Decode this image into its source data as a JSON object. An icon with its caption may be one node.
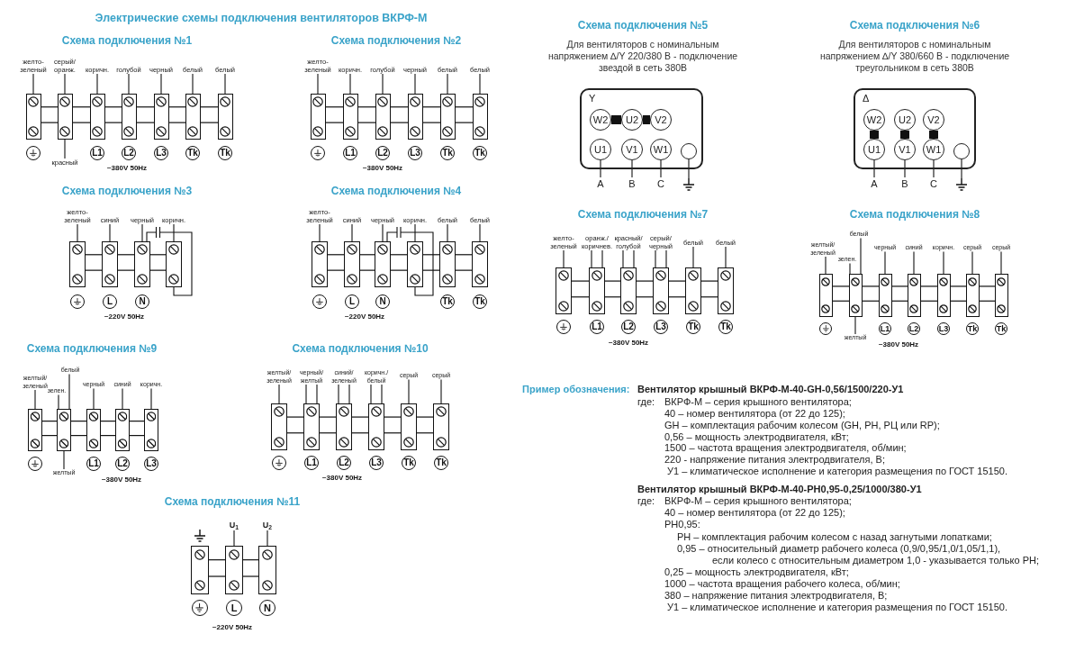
{
  "diagram": {
    "title": "Электрические схемы подключения вентиляторов ВКРФ-М",
    "nodes": [
      {
        "text": [],
        "shape": "box"
      },
      {
        "text": [],
        "shape": "box"
      },
      {
        "text": [],
        "shape": "box"
      },
      {
        "text": [],
        "shape": "box"
      },
      {
        "text": [],
        "shape": "box"
      },
      {
        "text": [],
        "shape": "box"
      },
      {
        "text": [],
        "shape": "box"
      },
      {
        "text": [],
        "shape": "circle"
      },
      {
        "text": [
          "L1"
        ]
      },
      {
        "text": [
          "L2"
        ]
      },
      {
        "text": [
          "L3"
        ]
      },
      {
        "text": [
          "Tk"
        ]
      },
      {
        "text": [
          "Tk"
        ]
      },
      {
        "text": [
          "желто-зеленый"
        ]
      },
      {
        "text": [
          "серый/ оранж."
        ]
      },
      {
        "text": [
          "коричн."
        ]
      },
      {
        "text": [
          "голубой"
        ]
      },
      {
        "text": [
          "черный"
        ]
      },
      {
        "text": [
          "белый"
        ]
      },
      {
        "text": [
          "белый"
        ]
      },
      {
        "text": [
          "красный"
        ]
      },
      {
        "text": [],
        "shape": "box"
      },
      {
        "text": [],
        "shape": "box"
      },
      {
        "text": [],
        "shape": "box"
      },
      {
        "text": [],
        "shape": "box"
      },
      {
        "text": [],
        "shape": "box"
      },
      {
        "text": [],
        "shape": "box"
      },
      {
        "text": [],
        "shape": "circle"
      },
      {
        "text": [
          "L1"
        ]
      },
      {
        "text": [
          "L2"
        ]
      },
      {
        "text": [
          "L3"
        ]
      },
      {
        "text": [
          "Tk"
        ]
      },
      {
        "text": [
          "Tk"
        ]
      },
      {
        "text": [
          "желто-зеленый"
        ]
      },
      {
        "text": [
          "коричн."
        ]
      },
      {
        "text": [
          "голубой"
        ]
      },
      {
        "text": [
          "черный"
        ]
      },
      {
        "text": [
          "белый"
        ]
      },
      {
        "text": [
          "белый"
        ]
      },
      {
        "text": [
          "Y"
        ]
      },
      {
        "text": [
          "W2"
        ],
        "in": 39
      },
      {
        "text": [
          "U2"
        ],
        "in": 39
      },
      {
        "text": [
          "V2"
        ],
        "in": 39
      },
      {
        "text": [
          "U1"
        ],
        "in": 39
      },
      {
        "text": [
          "V1"
        ],
        "in": 39
      },
      {
        "text": [
          "W1"
        ],
        "in": 39
      },
      {
        "text": [],
        "shape": "circle",
        "in": 39
      },
      {
        "text": [
          "A"
        ]
      },
      {
        "text": [
          "B"
        ]
      },
      {
        "text": [
          "C"
        ]
      },
      {
        "text": [],
        "shape": "ground"
      },
      {
        "text": [
          "Δ"
        ]
      },
      {
        "text": [
          "W2"
        ],
        "in": 51
      },
      {
        "text": [
          "U2"
        ],
        "in": 51
      },
      {
        "text": [
          "V2"
        ],
        "in": 51
      },
      {
        "text": [
          "U1"
        ],
        "in": 51
      },
      {
        "text": [
          "V1"
        ],
        "in": 51
      },
      {
        "text": [
          "W1"
        ],
        "in": 51
      },
      {
        "text": [],
        "shape": "circle",
        "in": 51
      },
      {
        "text": [
          "A"
        ]
      },
      {
        "text": [
          "B"
        ]
      },
      {
        "text": [
          "C"
        ]
      },
      {
        "text": [],
        "shape": "ground"
      },
      {
        "text": [],
        "shape": "box"
      },
      {
        "text": [],
        "shape": "box"
      },
      {
        "text": [],
        "shape": "box"
      },
      {
        "text": [],
        "shape": "box"
      },
      {
        "text": [],
        "shape": "circle"
      },
      {
        "text": [
          "L"
        ]
      },
      {
        "text": [
          "N"
        ]
      },
      {
        "text": [
          "желто-зеленый"
        ]
      },
      {
        "text": [
          "синий"
        ]
      },
      {
        "text": [
          "черный"
        ]
      },
      {
        "text": [
          "коричн."
        ]
      },
      {
        "text": [],
        "shape": "box"
      },
      {
        "text": [],
        "shape": "box"
      },
      {
        "text": [],
        "shape": "box"
      },
      {
        "text": [],
        "shape": "box"
      },
      {
        "text": [],
        "shape": "box"
      },
      {
        "text": [],
        "shape": "box"
      },
      {
        "text": [],
        "shape": "circle"
      },
      {
        "text": [
          "L"
        ]
      },
      {
        "text": [
          "N"
        ]
      },
      {
        "text": [
          "Tk"
        ]
      },
      {
        "text": [
          "Tk"
        ]
      },
      {
        "text": [
          "желто-зеленый"
        ]
      },
      {
        "text": [
          "синий"
        ]
      },
      {
        "text": [
          "черный"
        ]
      },
      {
        "text": [
          "коричн."
        ]
      },
      {
        "text": [
          "белый"
        ]
      },
      {
        "text": [
          "белый"
        ]
      },
      {
        "text": [],
        "shape": "box"
      },
      {
        "text": [],
        "shape": "box"
      },
      {
        "text": [],
        "shape": "box"
      },
      {
        "text": [],
        "shape": "box"
      },
      {
        "text": [],
        "shape": "box"
      },
      {
        "text": [],
        "shape": "box"
      },
      {
        "text": [],
        "shape": "circle"
      },
      {
        "text": [
          "L1"
        ]
      },
      {
        "text": [
          "L2"
        ]
      },
      {
        "text": [
          "L3"
        ]
      },
      {
        "text": [
          "Tk"
        ]
      },
      {
        "text": [
          "Tk"
        ]
      },
      {
        "text": [
          "желто-зеленый"
        ]
      },
      {
        "text": [
          "оранж./ коричнев."
        ]
      },
      {
        "text": [
          "красный/ голубой"
        ]
      },
      {
        "text": [
          "серый/ черный"
        ]
      },
      {
        "text": [
          "белый"
        ]
      },
      {
        "text": [
          "белый"
        ]
      },
      {
        "text": [],
        "shape": "box"
      },
      {
        "text": [],
        "shape": "box"
      },
      {
        "text": [],
        "shape": "box"
      },
      {
        "text": [],
        "shape": "box"
      },
      {
        "text": [],
        "shape": "box"
      },
      {
        "text": [],
        "shape": "box"
      },
      {
        "text": [],
        "shape": "box"
      },
      {
        "text": [],
        "shape": "circle"
      },
      {
        "text": [
          "L1"
        ]
      },
      {
        "text": [
          "L2"
        ]
      },
      {
        "text": [
          "L3"
        ]
      },
      {
        "text": [
          "Tk"
        ]
      },
      {
        "text": [
          "Tk"
        ]
      },
      {
        "text": [
          "желтый/ зеленый"
        ]
      },
      {
        "text": [
          "зелен."
        ]
      },
      {
        "text": [
          "белый"
        ]
      },
      {
        "text": [
          "черный"
        ]
      },
      {
        "text": [
          "синий"
        ]
      },
      {
        "text": [
          "коричн."
        ]
      },
      {
        "text": [
          "серый"
        ]
      },
      {
        "text": [
          "серый"
        ]
      },
      {
        "text": [
          "желтый"
        ]
      },
      {
        "text": [],
        "shape": "box"
      },
      {
        "text": [],
        "shape": "box"
      },
      {
        "text": [],
        "shape": "box"
      },
      {
        "text": [],
        "shape": "box"
      },
      {
        "text": [],
        "shape": "box"
      },
      {
        "text": [],
        "shape": "circle"
      },
      {
        "text": [
          "L1"
        ]
      },
      {
        "text": [
          "L2"
        ]
      },
      {
        "text": [
          "L3"
        ]
      },
      {
        "text": [
          "желтый/ зеленый"
        ]
      },
      {
        "text": [
          "зелен."
        ]
      },
      {
        "text": [
          "белый"
        ]
      },
      {
        "text": [
          "черный"
        ]
      },
      {
        "text": [
          "синий"
        ]
      },
      {
        "text": [
          "коричн."
        ]
      },
      {
        "text": [
          "желтый"
        ]
      },
      {
        "text": [],
        "shape": "box"
      },
      {
        "text": [],
        "shape": "box"
      },
      {
        "text": [],
        "shape": "box"
      },
      {
        "text": [],
        "shape": "box"
      },
      {
        "text": [],
        "shape": "box"
      },
      {
        "text": [],
        "shape": "box"
      },
      {
        "text": [],
        "shape": "circle"
      },
      {
        "text": [
          "L1"
        ]
      },
      {
        "text": [
          "L2"
        ]
      },
      {
        "text": [
          "L3"
        ]
      },
      {
        "text": [
          "Tk"
        ]
      },
      {
        "text": [
          "Tk"
        ]
      },
      {
        "text": [
          "желтый/ зеленый"
        ]
      },
      {
        "text": [
          "черный/ желтый"
        ]
      },
      {
        "text": [
          "синий/ зеленый"
        ]
      },
      {
        "text": [
          "коричн./ белый"
        ]
      },
      {
        "text": [
          "серый"
        ]
      },
      {
        "text": [
          "серый"
        ]
      },
      {
        "text": [],
        "shape": "box"
      },
      {
        "text": [],
        "shape": "box"
      },
      {
        "text": [],
        "shape": "box"
      },
      {
        "text": [],
        "shape": "circle"
      },
      {
        "text": [
          "L"
        ]
      },
      {
        "text": [
          "N"
        ]
      },
      {
        "text": [
          "U$_{1}$"
        ]
      },
      {
        "text": [
          "U$_{2}$"
        ]
      }
    ],
    "edges": [
      {
        "from": 13,
        "to": 0,
        "arrow": "none"
      },
      {
        "from": 14,
        "to": 1,
        "arrow": "none"
      },
      {
        "from": 15,
        "to": 2,
        "arrow": "none"
      },
      {
        "from": 16,
        "to": 3,
        "arrow": "none"
      },
      {
        "from": 17,
        "to": 4,
        "arrow": "none"
      },
      {
        "from": 18,
        "to": 5,
        "arrow": "none"
      },
      {
        "from": 19,
        "to": 6,
        "arrow": "none"
      },
      {
        "from": 20,
        "to": 1,
        "arrow": "none"
      },
      {
        "from": 33,
        "to": 21,
        "arrow": "none"
      },
      {
        "from": 34,
        "to": 22,
        "arrow": "none"
      },
      {
        "from": 35,
        "to": 23,
        "arrow": "none"
      },
      {
        "from": 36,
        "to": 24,
        "arrow": "none"
      },
      {
        "from": 37,
        "to": 25,
        "arrow": "none"
      },
      {
        "from": 38,
        "to": 26,
        "arrow": "none"
      },
      {
        "from": 40,
        "to": 41,
        "arrow": "none",
        "style": "thick"
      },
      {
        "from": 41,
        "to": 42,
        "arrow": "none",
        "style": "thick"
      },
      {
        "from": 43,
        "to": 47,
        "arrow": "none"
      },
      {
        "from": 44,
        "to": 48,
        "arrow": "none"
      },
      {
        "from": 45,
        "to": 49,
        "arrow": "none"
      },
      {
        "from": 46,
        "to": 50,
        "arrow": "none"
      },
      {
        "from": 52,
        "to": 55,
        "arrow": "none",
        "style": "thick"
      },
      {
        "from": 53,
        "to": 56,
        "arrow": "none",
        "style": "thick"
      },
      {
        "from": 54,
        "to": 57,
        "arrow": "none",
        "style": "thick"
      },
      {
        "from": 55,
        "to": 59,
        "arrow": "none"
      },
      {
        "from": 56,
        "to": 60,
        "arrow": "none"
      },
      {
        "from": 57,
        "to": 61,
        "arrow": "none"
      },
      {
        "from": 58,
        "to": 62,
        "arrow": "none"
      },
      {
        "from": 70,
        "to": 63,
        "arrow": "none"
      },
      {
        "from": 71,
        "to": 64,
        "arrow": "none"
      },
      {
        "from": 72,
        "to": 65,
        "arrow": "none"
      },
      {
        "from": 73,
        "to": 66,
        "arrow": "none"
      },
      {
        "from": 85,
        "to": 74,
        "arrow": "none"
      },
      {
        "from": 86,
        "to": 75,
        "arrow": "none"
      },
      {
        "from": 87,
        "to": 76,
        "arrow": "none"
      },
      {
        "from": 88,
        "to": 77,
        "arrow": "none"
      },
      {
        "from": 89,
        "to": 78,
        "arrow": "none"
      },
      {
        "from": 90,
        "to": 79,
        "arrow": "none"
      },
      {
        "from": 103,
        "to": 91,
        "arrow": "none"
      },
      {
        "from": 104,
        "to": 92,
        "arrow": "none"
      },
      {
        "from": 104,
        "to": 92,
        "arrow": "none"
      },
      {
        "from": 105,
        "to": 93,
        "arrow": "none"
      },
      {
        "from": 105,
        "to": 93,
        "arrow": "none"
      },
      {
        "from": 106,
        "to": 94,
        "arrow": "none"
      },
      {
        "from": 106,
        "to": 94,
        "arrow": "none"
      },
      {
        "from": 107,
        "to": 95,
        "arrow": "none"
      },
      {
        "from": 108,
        "to": 96,
        "arrow": "none"
      },
      {
        "from": 122,
        "to": 109,
        "arrow": "none"
      },
      {
        "from": 123,
        "to": 110,
        "arrow": "none"
      },
      {
        "from": 124,
        "to": 110,
        "arrow": "none"
      },
      {
        "from": 125,
        "to": 111,
        "arrow": "none"
      },
      {
        "from": 126,
        "to": 112,
        "arrow": "none"
      },
      {
        "from": 127,
        "to": 113,
        "arrow": "none"
      },
      {
        "from": 128,
        "to": 114,
        "arrow": "none"
      },
      {
        "from": 129,
        "to": 115,
        "arrow": "none"
      },
      {
        "from": 130,
        "to": 110,
        "arrow": "none"
      },
      {
        "from": 140,
        "to": 131,
        "arrow": "none"
      },
      {
        "from": 141,
        "to": 132,
        "arrow": "none"
      },
      {
        "from": 142,
        "to": 132,
        "arrow": "none"
      },
      {
        "from": 143,
        "to": 133,
        "arrow": "none"
      },
      {
        "from": 144,
        "to": 134,
        "arrow": "none"
      },
      {
        "from": 145,
        "to": 135,
        "arrow": "none"
      },
      {
        "from": 146,
        "to": 132,
        "arrow": "none"
      },
      {
        "from": 159,
        "to": 147,
        "arrow": "none"
      },
      {
        "from": 160,
        "to": 148,
        "arrow": "none"
      },
      {
        "from": 160,
        "to": 148,
        "arrow": "none"
      },
      {
        "from": 161,
        "to": 149,
        "arrow": "none"
      },
      {
        "from": 161,
        "to": 149,
        "arrow": "none"
      },
      {
        "from": 162,
        "to": 150,
        "arrow": "none"
      },
      {
        "from": 162,
        "to": 150,
        "arrow": "none"
      },
      {
        "from": 163,
        "to": 151,
        "arrow": "none"
      },
      {
        "from": 164,
        "to": 152,
        "arrow": "none"
      },
      {
        "from": 171,
        "to": 166,
        "arrow": "none"
      },
      {
        "from": 172,
        "to": 167,
        "arrow": "none"
      },
      {
        "from": 65,
        "to": 66,
        "arrow": "none"
      },
      {
        "from": 76,
        "to": 77,
        "arrow": "none"
      }
    ],
    "labels": [
      "Схема подключения №1",
      "~380V 50Hz",
      "Схема подключения №2",
      "~380V 50Hz",
      "Схема подключения №5",
      "Для вентиляторов с номинальным напряжением ∆/Y 220/380 В - подключение звездой в сеть 380В",
      "Схема подключения №6",
      "Для вентиляторов с номинальным напряжением ∆/Y 380/660 В - подключение треугольником в сеть 380В",
      "Схема подключения №3",
      "~220V 50Hz",
      "Схема подключения №4",
      "~220V 50Hz",
      "Схема подключения №7",
      "~380V 50Hz",
      "Схема подключения №8",
      "~380V 50Hz",
      "Схема подключения №9",
      "~380V 50Hz",
      "Схема подключения №10",
      "~380V 50Hz",
      "Схема подключения №11",
      "~220V 50Hz",
      "Пример обозначения:",
      "Вентилятор крышный ВКРФ-М-40-GH-0,56/1500/220-У1",
      "где:",
      "ВКРФ-М – серия крышного вентилятора;",
      "40 – номер вентилятора (от 22 до 125);",
      "GH – комплектация рабочим колесом (GH, PH, РЦ или RP);",
      "0,56 – мощность электродвигателя, кВт;",
      "1500 – частота вращения электродвигателя, об/мин;",
      "220 - напряжение питания электродвигателя, В;",
      "У1 – климатическое исполнение и категория размещения по ГОСТ 15150.",
      "Вентилятор крышный ВКРФ-М-40-PH0,95-0,25/1000/380-У1",
      "где:",
      "ВКРФ-М – серия крышного вентилятора;",
      "40 – номер вентилятора (от 22 до 125);",
      "PH0,95:",
      "PH – комплектация рабочим колесом с назад загнутыми лопатками;",
      "0,95 – относительный диаметр рабочего колеса (0,9/0,95/1,0/1,05/1,1),",
      "если колесо с относительным диаметром 1,0 - указывается только PH;",
      "0,25 – мощность электродвигателя, кВт;",
      "1000 – частота вращения рабочего колеса, об/мин;",
      "380 – напряжение питания электродвигателя, В;",
      "У1 – климатическое исполнение и категория размещения по ГОСТ 15150."
    ]
  }
}
